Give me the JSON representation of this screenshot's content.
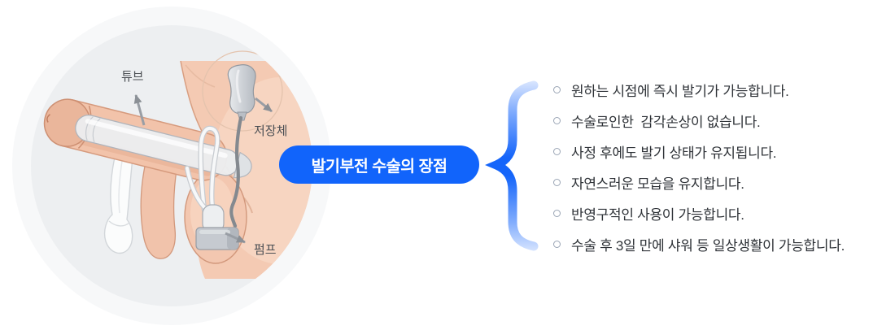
{
  "diagram": {
    "labels": {
      "tube": "튜브",
      "reservoir": "저장체",
      "pump": "펌프"
    }
  },
  "badge": {
    "label": "발기부전 수술의 장점"
  },
  "benefits": [
    "원하는 시점에 즉시 발기가 가능합니다.",
    "수술로인한  감각손상이 없습니다.",
    "사정 후에도 발기 상태가 유지됩니다.",
    "자연스러운 모습을 유지합니다.",
    "반영구적인 사용이 가능합니다.",
    "수술 후 3일 만에 샤워 등 일상생활이 가능합니다."
  ],
  "colors": {
    "accent_blue": "#1164fb",
    "list_text": "#2e3237",
    "diagram_label": "#4b4f54",
    "bullet_outline": "#9aa5b5"
  }
}
